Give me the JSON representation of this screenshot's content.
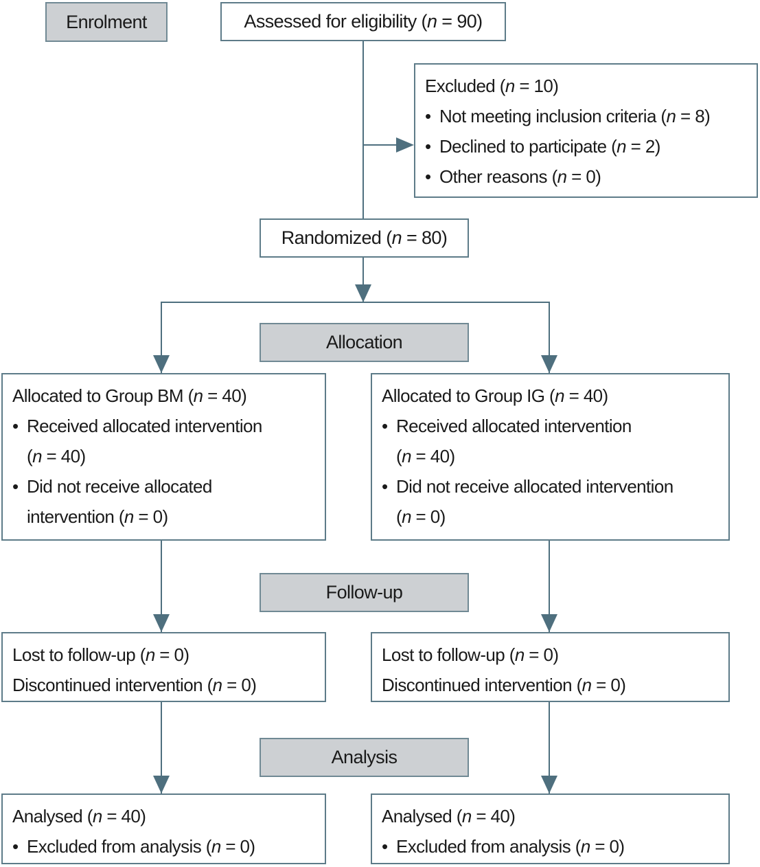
{
  "glyphs": {
    "bullet": "•"
  },
  "colors": {
    "background": "#ffffff",
    "box_border": "#5d7b88",
    "stage_fill": "#cdd0d3",
    "stage_border": "#708994",
    "connector": "#4e6f7e",
    "text": "#1a1a1a"
  },
  "stages": {
    "enrolment": "Enrolment",
    "allocation": "Allocation",
    "followup": "Follow-up",
    "analysis": "Analysis"
  },
  "boxes": {
    "assessed": {
      "text": "Assessed for eligibility (n = 90)"
    },
    "excluded": {
      "title": "Excluded (n = 10)",
      "bullets": [
        [
          "Not meeting inclusion criteria (n = 8)"
        ],
        [
          "Declined to participate (n = 2)"
        ],
        [
          "Other reasons (n = 0)"
        ]
      ]
    },
    "randomized": {
      "text": "Randomized (n = 80)"
    },
    "allocation_left": {
      "title": "Allocated to Group BM (n = 40)",
      "bullets": [
        [
          "Received allocated intervention",
          "(n = 40)"
        ],
        [
          "Did not receive allocated",
          "intervention (n = 0)"
        ]
      ]
    },
    "allocation_right": {
      "title": "Allocated to Group IG (n = 40)",
      "bullets": [
        [
          "Received allocated intervention",
          "(n = 40)"
        ],
        [
          "Did not receive allocated intervention",
          "(n = 0)"
        ]
      ]
    },
    "followup_left": {
      "lines": [
        "Lost to follow-up (n = 0)",
        "Discontinued intervention (n = 0)"
      ]
    },
    "followup_right": {
      "lines": [
        "Lost to follow-up (n = 0)",
        "Discontinued intervention (n = 0)"
      ]
    },
    "analysis_left": {
      "title": "Analysed (n = 40)",
      "bullets": [
        [
          "Excluded from analysis (n = 0)"
        ]
      ]
    },
    "analysis_right": {
      "title": "Analysed (n = 40)",
      "bullets": [
        [
          "Excluded from analysis (n = 0)"
        ]
      ]
    }
  }
}
